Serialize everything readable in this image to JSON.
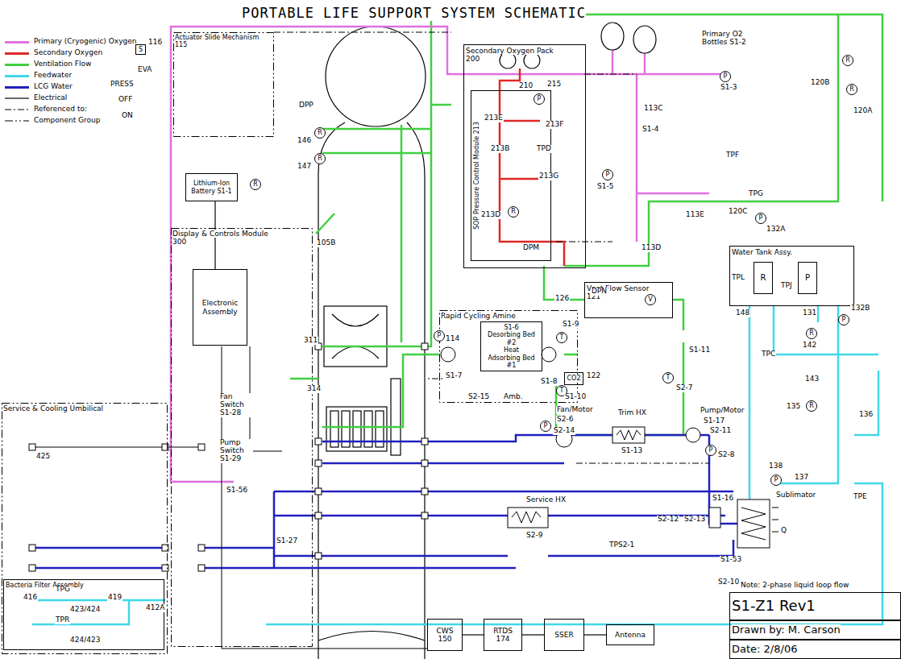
{
  "diagram": {
    "title": "PORTABLE LIFE SUPPORT SYSTEM SCHEMATIC",
    "nodes": [
      {
        "text": [
          "Actuator Slide Mechanism",
          "115"
        ]
      },
      {
        "text": [
          "Lithium-Ion Battery S1-1"
        ]
      },
      {
        "text": [
          "Display & Controls Module",
          "300"
        ]
      },
      {
        "text": [
          "Electronic Assembly"
        ],
        "in": 2
      },
      {
        "text": [
          "Secondary Oxygen Pack",
          "200"
        ]
      },
      {
        "text": [
          "SOP Pressure Control Module 213"
        ],
        "in": 4
      },
      {
        "text": [
          "Rapid Cycling Amine"
        ]
      },
      {
        "text": [
          "S1-6",
          "Desorbing Bed #2",
          "Heat",
          "Adsorbing Bed #1"
        ],
        "in": 6
      },
      {
        "text": [
          "Vent Flow Sensor",
          "121"
        ]
      },
      {
        "text": [
          "Water Tank Assy."
        ]
      },
      {
        "text": [
          "R"
        ],
        "in": 9
      },
      {
        "text": [
          "P"
        ],
        "in": 9
      },
      {
        "text": [
          "Service & Cooling Umbilical"
        ]
      },
      {
        "text": [
          "Bacteria Filter Assembly"
        ],
        "in": 12
      },
      {
        "text": [
          "CWS",
          "150"
        ]
      },
      {
        "text": [
          "RTDS",
          "174"
        ]
      },
      {
        "text": [
          "SSER"
        ]
      },
      {
        "text": [
          "Antenna"
        ]
      },
      {
        "text": [
          "S1-Z1 Rev1"
        ]
      },
      {
        "text": [
          "Drawn by: M. Carson"
        ]
      },
      {
        "text": [
          "Date:   2/8/06"
        ]
      },
      {
        "text": [
          "CO2"
        ]
      }
    ],
    "edges": [
      {
        "from": 1,
        "to": 3,
        "arrow": "none"
      },
      {
        "from": 14,
        "to": 15,
        "arrow": "none"
      },
      {
        "from": 15,
        "to": 16,
        "arrow": "none"
      },
      {
        "from": 16,
        "to": 17,
        "arrow": "none"
      }
    ],
    "labels": [
      "116",
      "S",
      "EVA",
      "PRESS",
      "OFF",
      "ON",
      "DPP",
      "R",
      "146",
      "R",
      "147",
      "105B",
      "210",
      "215",
      "P",
      "213E",
      "213F",
      "213B",
      "TPD",
      "213G",
      "213D",
      "R",
      "DPM",
      "Primary O2 Bottles S1-2",
      "P",
      "S1-3",
      "113C",
      "S1-4",
      "P",
      "S1-5",
      "113E",
      "TPF",
      "120C",
      "TPG",
      "P",
      "132A",
      "R",
      "120B",
      "R",
      "120A",
      "113D",
      "311",
      "P",
      "114",
      "314",
      "126",
      "DPN",
      "V",
      "S1-11",
      "T",
      "S2-7",
      "T",
      "S1-9",
      "S1-7",
      "S1-8",
      "T",
      "S1-10",
      "S2-15",
      "Amb.",
      "122",
      "Fan/Motor",
      "S2-6",
      "P",
      "S2-14",
      "Trim HX",
      "S1-13",
      "Pump/Motor",
      "S1-17",
      "S2-11",
      "P",
      "S2-8",
      "TPL",
      "148",
      "TPJ",
      "131",
      "P",
      "132B",
      "R",
      "142",
      "TPC",
      "143",
      "135",
      "R",
      "136",
      "138",
      "P",
      "137",
      "TPE",
      "S1-53",
      "Sublimator",
      "Q",
      "S2-12",
      "S2-13",
      "S1-16",
      "TPS2-1",
      "S2-10",
      "Service HX",
      "S2-9",
      "Fan Switch S1-28",
      "Pump Switch S1-29",
      "S1-56",
      "S1-27",
      "425",
      "416",
      "TPG",
      "423/424",
      "419",
      "412A",
      "TPR",
      "424/423",
      "R",
      "Note: 2-phase liquid loop flow"
    ],
    "legend": [
      {
        "text": "Primary (Cryogenic) Oxygen",
        "color": "#e070e0"
      },
      {
        "text": "Secondary Oxygen",
        "color": "#e02828"
      },
      {
        "text": "Ventilation Flow",
        "color": "#40d040"
      },
      {
        "text": "Feedwater",
        "color": "#40d8e8"
      },
      {
        "text": "LCG Water",
        "color": "#2020c0"
      },
      {
        "text": "Electrical"
      },
      {
        "text": "Referenced to:"
      },
      {
        "text": "Component Group"
      }
    ]
  }
}
